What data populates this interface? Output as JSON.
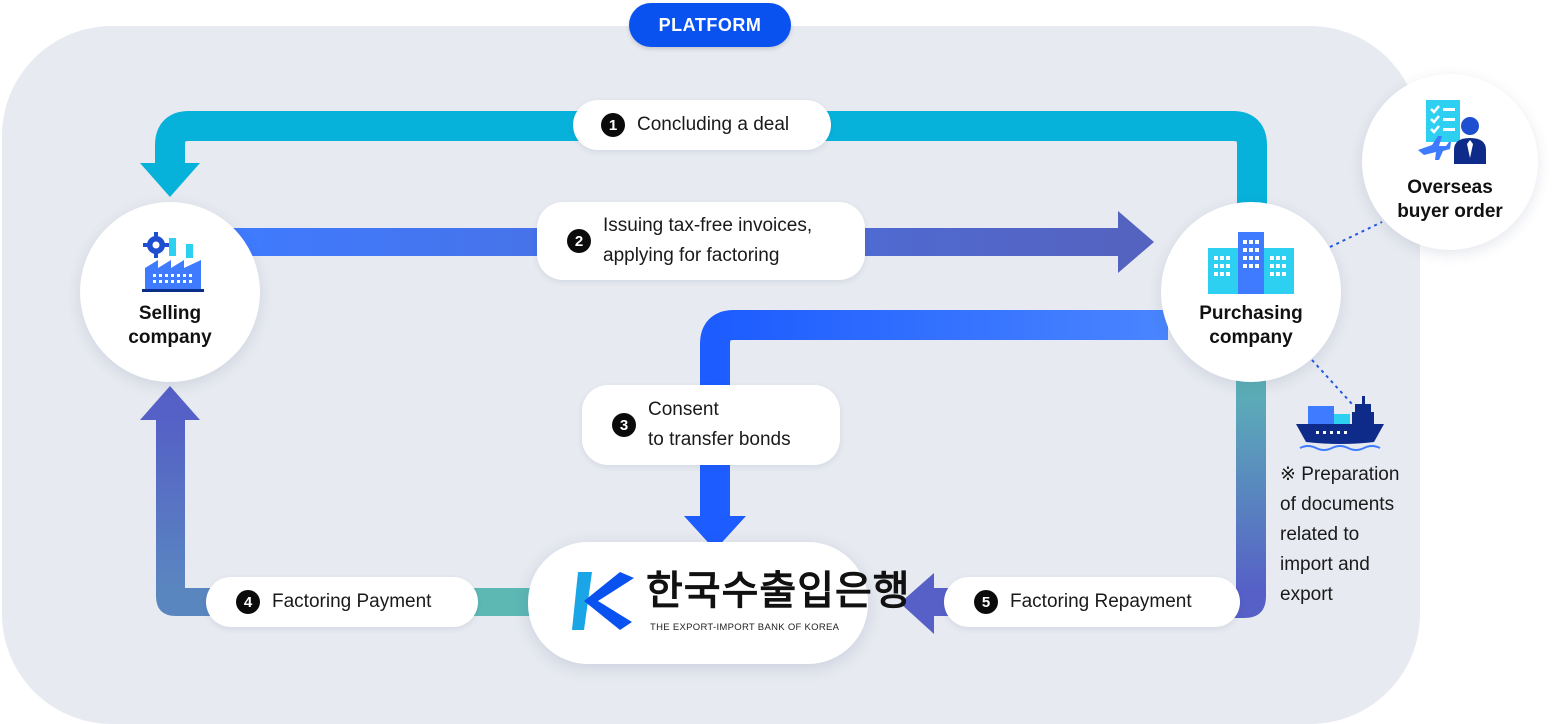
{
  "platform": {
    "label": "PLATFORM"
  },
  "nodes": {
    "selling": {
      "label_line1": "Selling",
      "label_line2": "company"
    },
    "purchasing": {
      "label_line1": "Purchasing",
      "label_line2": "company"
    },
    "overseas": {
      "label_line1": "Overseas",
      "label_line2": "buyer order"
    }
  },
  "steps": [
    {
      "num": "1",
      "line1": "Concluding a deal",
      "line2": ""
    },
    {
      "num": "2",
      "line1": "Issuing tax-free invoices,",
      "line2": "applying for factoring"
    },
    {
      "num": "3",
      "line1": "Consent",
      "line2": "to transfer bonds"
    },
    {
      "num": "4",
      "line1": "Factoring Payment",
      "line2": ""
    },
    {
      "num": "5",
      "line1": "Factoring Repayment",
      "line2": ""
    }
  ],
  "bank": {
    "name": "한국수출입은행",
    "subtitle": "THE EXPORT-IMPORT BANK OF KOREA"
  },
  "export_note": {
    "line1": "※ Preparation",
    "line2": "of documents",
    "line3": "related to",
    "line4": "import and",
    "line5": "export"
  },
  "colors": {
    "platform_bg": "#e7eaf0",
    "badge": "#0a52f0",
    "cyan_arrow": "#07b2da",
    "blue_arrow": "#3f7bff",
    "indigo_arrow": "#5261c4",
    "teal_arrow": "#5db8b4"
  },
  "icons": [
    "factory-icon",
    "office-building-icon",
    "buyer-order-icon",
    "cargo-ship-icon",
    "kexim-logo"
  ]
}
